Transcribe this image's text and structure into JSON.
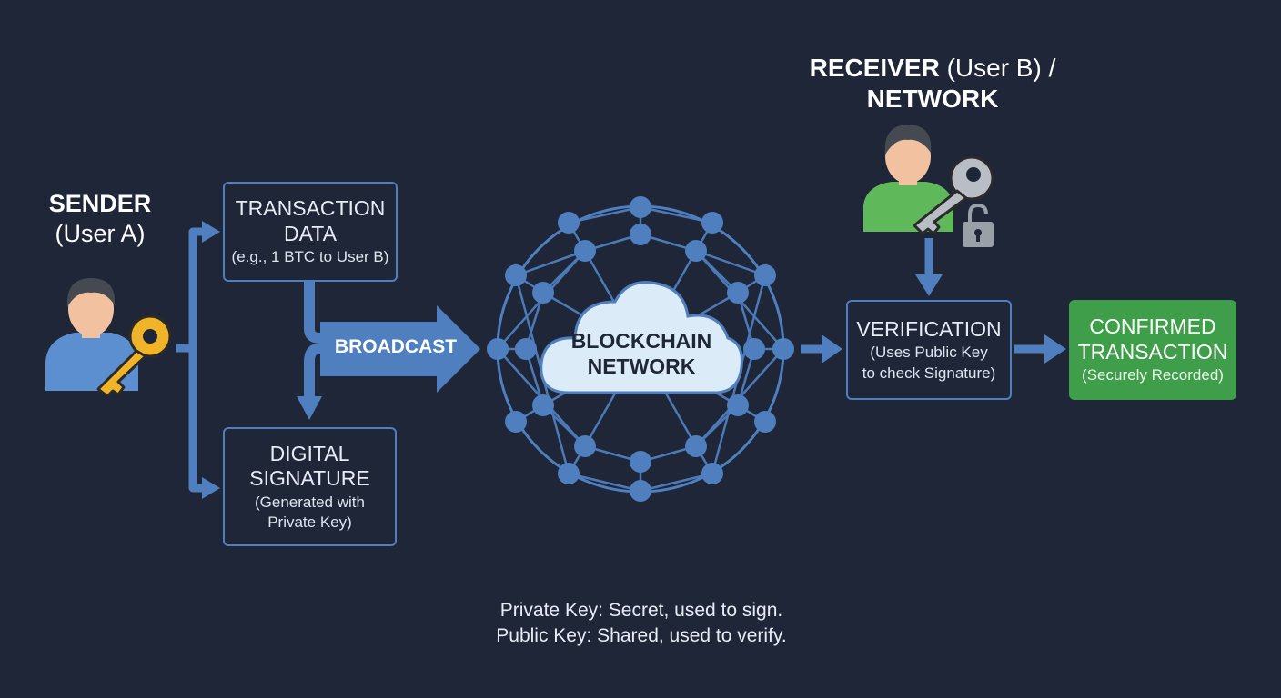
{
  "sender": {
    "title_bold": "SENDER",
    "title_sub": "(User A)"
  },
  "receiver": {
    "title_bold_1": "RECEIVER",
    "title_normal": " (User B) /",
    "title_bold_2": "NETWORK"
  },
  "transaction_box": {
    "title_line1": "TRANSACTION",
    "title_line2": "DATA",
    "subtitle": "(e.g., 1 BTC to User B)"
  },
  "signature_box": {
    "title_line1": "DIGITAL",
    "title_line2": "SIGNATURE",
    "subtitle_line1": "(Generated with",
    "subtitle_line2": "Private Key)"
  },
  "broadcast_label": "BROADCAST",
  "network": {
    "label_line1": "BLOCKCHAIN",
    "label_line2": "NETWORK"
  },
  "verification_box": {
    "title": "VERIFICATION",
    "subtitle_line1": "(Uses Public Key",
    "subtitle_line2": "to check Signature)"
  },
  "confirmed_box": {
    "title_line1": "CONFIRMED",
    "title_line2": "TRANSACTION",
    "subtitle": "(Securely Recorded)"
  },
  "note": {
    "line1": "Private Key: Secret, used to sign.",
    "line2": "Public Key: Shared, used to verify."
  },
  "icons": [
    "user-icon",
    "gold-key-icon",
    "silver-key-icon",
    "open-padlock-icon",
    "network-globe-icon",
    "cloud-icon"
  ],
  "colors": {
    "background": "#1e2638",
    "accent_blue": "#4f7fbf",
    "confirmed_green": "#3e9e4a",
    "sender_shirt": "#5b8fd0",
    "receiver_shirt": "#5fb95a",
    "gold_key": "#f0b429",
    "silver_key": "#b9bec6",
    "cloud": "#dcebf8"
  }
}
